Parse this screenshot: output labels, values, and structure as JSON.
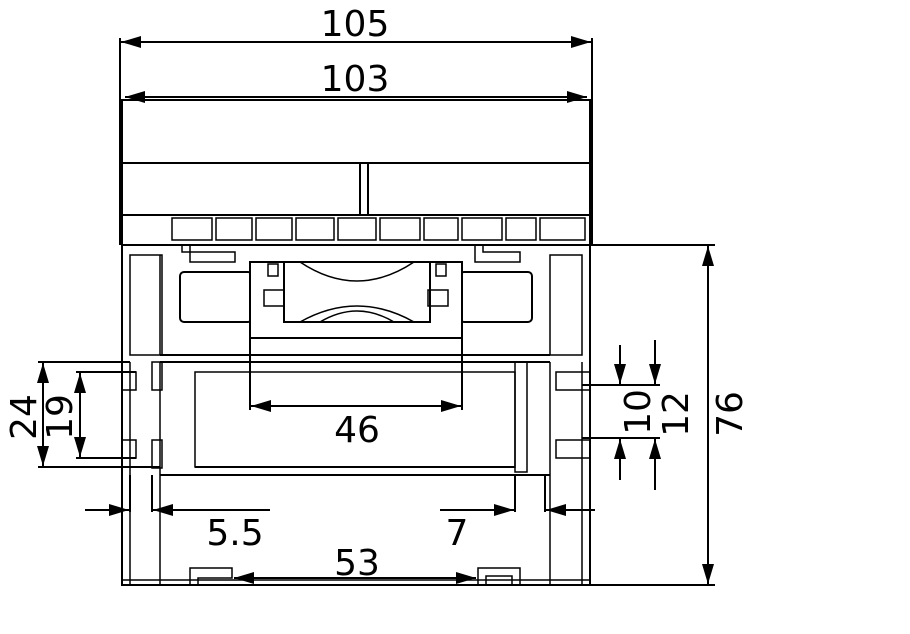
{
  "dimensions": {
    "overall_width": "105",
    "inner_width": "103",
    "overall_height": "76",
    "center_width": "46",
    "left_outer": "24",
    "left_inner": "19",
    "right_10": "10",
    "right_12": "12",
    "gap_5_5": "5.5",
    "gap_7": "7",
    "bottom_width": "53"
  }
}
